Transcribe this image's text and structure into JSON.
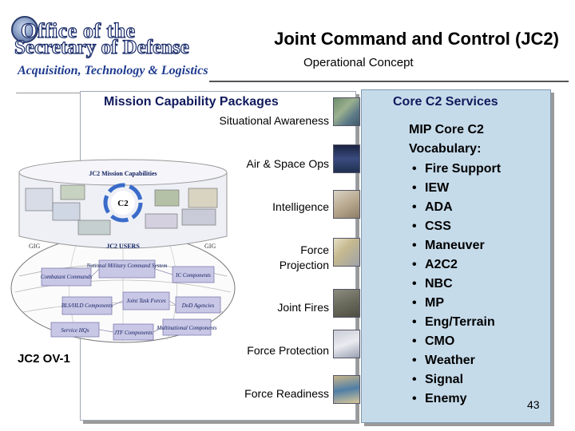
{
  "logo": {
    "line1": "Office of the",
    "line2": "Secretary of Defense",
    "line3": "Acquisition, Technology & Logistics"
  },
  "header": {
    "title": "Joint Command and Control (JC2)",
    "subtitle": "Operational Concept"
  },
  "left_panel": {
    "title": "Mission Capability Packages",
    "packages": [
      "Situational Awareness",
      "Air & Space Ops",
      "Intelligence",
      "Force",
      "Projection",
      "Joint Fires",
      "Force Protection",
      "Force Readiness"
    ],
    "diagram": {
      "caption": "JC2 OV-1",
      "top_label": "JC2 Mission Capabilities",
      "center_label": "C2",
      "gig_left": "GIG",
      "gig_right": "GIG",
      "users_label": "JC2 USERS",
      "boxes": [
        "National Military Command System",
        "IC Components",
        "Combatant Commands",
        "Joint Task Forces",
        "BLS/HLD Components",
        "DoD Agencies",
        "Service HQs",
        "JTF Components",
        "Multinational Components"
      ]
    }
  },
  "right_panel": {
    "title": "Core C2 Services",
    "heading_line1": "MIP Core C2",
    "heading_line2": "Vocabulary:",
    "items": [
      "Fire Support",
      "IEW",
      "ADA",
      "CSS",
      "Maneuver",
      "A2C2",
      "NBC",
      "MP",
      "Eng/Terrain",
      "CMO",
      "Weather",
      "Signal",
      "Enemy"
    ]
  },
  "page_number": "43",
  "colors": {
    "title_navy": "#101a5c",
    "right_panel_bg": "#c6dbea",
    "diagram_box": "#c9c7e6",
    "logo_blue": "#1f3b8f"
  }
}
